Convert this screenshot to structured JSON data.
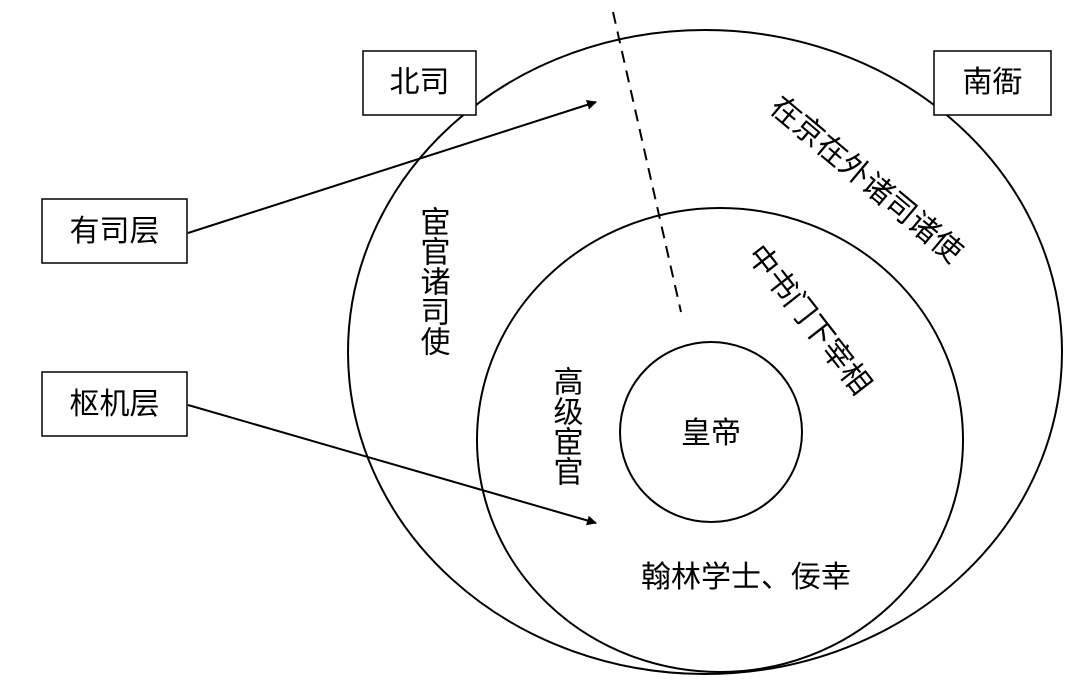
{
  "diagram": {
    "center": "皇帝",
    "inner_ring": {
      "left": "高级宦官",
      "right": "中书门下宰相",
      "bottom": "翰林学士、佞幸"
    },
    "outer_ring": {
      "left": "宦官诸司使",
      "right": "在京在外诸司诸使"
    },
    "sides": {
      "north": "北司",
      "south": "南衙"
    },
    "layers": {
      "upper": "有司层",
      "lower": "枢机层"
    }
  },
  "colors": {
    "ink": "#000000",
    "background": "#ffffff"
  }
}
